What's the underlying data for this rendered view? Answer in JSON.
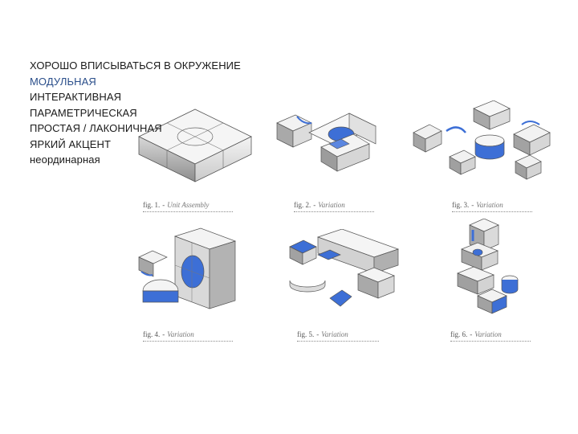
{
  "slide": {
    "text_items": [
      "ХОРОШО ВПИСЫВАТЬСЯ В ОКРУЖЕНИЕ",
      "МОДУЛЬНАЯ",
      "ИНТЕРАКТИВНАЯ",
      "ПАРАМЕТРИЧЕСКАЯ",
      "ПРОСТАЯ / ЛАКОНИЧНАЯ",
      "ЯРКИЙ АКЦЕНТ",
      "неординарная"
    ],
    "accent_color": "#2a4e8a",
    "figure_blue": "#3d6fd6",
    "figures": [
      {
        "num": "fig. 1.",
        "sep": "-",
        "name": "Unit Assembly"
      },
      {
        "num": "fig. 2.",
        "sep": "-",
        "name": "Variation"
      },
      {
        "num": "fig. 3.",
        "sep": "-",
        "name": "Variation"
      },
      {
        "num": "fig. 4.",
        "sep": "-",
        "name": "Variation"
      },
      {
        "num": "fig. 5.",
        "sep": "-",
        "name": "Variation"
      },
      {
        "num": "fig. 6.",
        "sep": "-",
        "name": "Variation"
      }
    ]
  }
}
